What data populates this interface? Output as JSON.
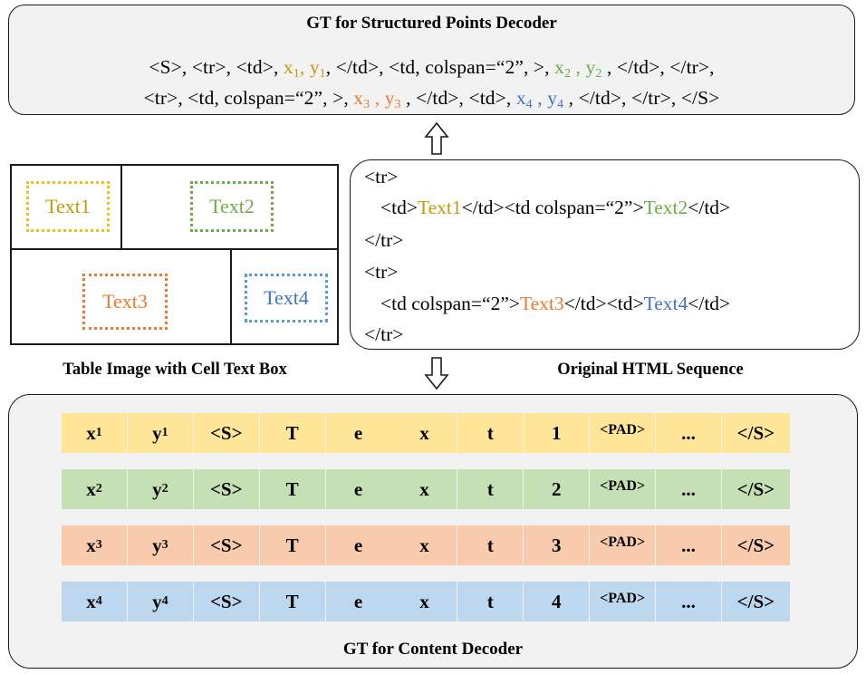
{
  "top_panel": {
    "title": "GT for Structured Points Decoder",
    "line1": [
      {
        "t": "<S>, <tr>, <td>, ",
        "c": ""
      },
      {
        "t": "x",
        "sub": "1",
        "c": "yellow"
      },
      {
        "t": ", ",
        "c": "yellow"
      },
      {
        "t": "y",
        "sub": "1",
        "c": "yellow"
      },
      {
        "t": ", </td>, <td,  colspan=“2”, >, ",
        "c": ""
      },
      {
        "t": "x",
        "sub": "2",
        "c": "green"
      },
      {
        "t": " , ",
        "c": "green"
      },
      {
        "t": "y",
        "sub": "2",
        "c": "green"
      },
      {
        "t": " , </td>, </tr>,",
        "c": ""
      }
    ],
    "line2": [
      {
        "t": "<tr>, <td,  colspan=“2”, >, ",
        "c": ""
      },
      {
        "t": "x",
        "sub": "3",
        "c": "orange"
      },
      {
        "t": " , ",
        "c": "orange"
      },
      {
        "t": "y",
        "sub": "3",
        "c": "orange"
      },
      {
        "t": " , </td>, <td>, ",
        "c": ""
      },
      {
        "t": "x",
        "sub": "4",
        "c": "blue"
      },
      {
        "t": " , ",
        "c": "blue"
      },
      {
        "t": "y",
        "sub": "4",
        "c": "blue"
      },
      {
        "t": " , </td>, </tr>, </S>",
        "c": ""
      }
    ]
  },
  "table_image": {
    "label": "Table Image with Cell Text Box",
    "cells": [
      "Text1",
      "Text2",
      "Text3",
      "Text4"
    ]
  },
  "html_sequence": {
    "label": "Original HTML Sequence",
    "lines": [
      [
        {
          "t": "<tr>",
          "c": ""
        }
      ],
      [
        {
          "t": "<td>",
          "c": ""
        },
        {
          "t": "Text1",
          "c": "yellow"
        },
        {
          "t": "</td><td colspan=“2”>",
          "c": ""
        },
        {
          "t": "Text2",
          "c": "green"
        },
        {
          "t": "</td>",
          "c": ""
        }
      ],
      [
        {
          "t": "</tr>",
          "c": ""
        }
      ],
      [
        {
          "t": "<tr>",
          "c": ""
        }
      ],
      [
        {
          "t": "<td colspan=“2”>",
          "c": ""
        },
        {
          "t": "Text3",
          "c": "orange"
        },
        {
          "t": "</td><td>",
          "c": ""
        },
        {
          "t": "Text4",
          "c": "blue"
        },
        {
          "t": "</td>",
          "c": ""
        }
      ],
      [
        {
          "t": "</tr>",
          "c": ""
        }
      ]
    ]
  },
  "content_panel": {
    "title": "GT for Content Decoder",
    "rows": [
      {
        "color": "yellow",
        "tokens": [
          {
            "t": "x",
            "sub": "1"
          },
          {
            "t": "y",
            "sub": "1"
          },
          {
            "t": "<S>"
          },
          {
            "t": "T"
          },
          {
            "t": "e"
          },
          {
            "t": "x"
          },
          {
            "t": "t"
          },
          {
            "t": "1"
          },
          {
            "t": "<PAD>"
          },
          {
            "t": "..."
          },
          {
            "t": "</S>"
          }
        ]
      },
      {
        "color": "green",
        "tokens": [
          {
            "t": "x",
            "sub": "2"
          },
          {
            "t": "y",
            "sub": "2"
          },
          {
            "t": "<S>"
          },
          {
            "t": "T"
          },
          {
            "t": "e"
          },
          {
            "t": "x"
          },
          {
            "t": "t"
          },
          {
            "t": "2"
          },
          {
            "t": "<PAD>"
          },
          {
            "t": "..."
          },
          {
            "t": "</S>"
          }
        ]
      },
      {
        "color": "orange",
        "tokens": [
          {
            "t": "x",
            "sub": "3"
          },
          {
            "t": "y",
            "sub": "3"
          },
          {
            "t": "<S>"
          },
          {
            "t": "T"
          },
          {
            "t": "e"
          },
          {
            "t": "x"
          },
          {
            "t": "t"
          },
          {
            "t": "3"
          },
          {
            "t": "<PAD>"
          },
          {
            "t": "..."
          },
          {
            "t": "</S>"
          }
        ]
      },
      {
        "color": "blue",
        "tokens": [
          {
            "t": "x",
            "sub": "4"
          },
          {
            "t": "y",
            "sub": "4"
          },
          {
            "t": "<S>"
          },
          {
            "t": "T"
          },
          {
            "t": "e"
          },
          {
            "t": "x"
          },
          {
            "t": "t"
          },
          {
            "t": "4"
          },
          {
            "t": "<PAD>"
          },
          {
            "t": "..."
          },
          {
            "t": "</S>"
          }
        ]
      }
    ]
  },
  "colors": {
    "yellow_text": "#c49a06",
    "green_text": "#6aae45",
    "orange_text": "#ee7a30",
    "blue_text": "#4472c4",
    "yellow_fill": "#ffe699",
    "green_fill": "#c5e0b4",
    "orange_fill": "#f8cbad",
    "blue_fill": "#bdd7ee"
  },
  "icons": [
    "arrow-up-outline-icon",
    "arrow-down-outline-icon"
  ]
}
